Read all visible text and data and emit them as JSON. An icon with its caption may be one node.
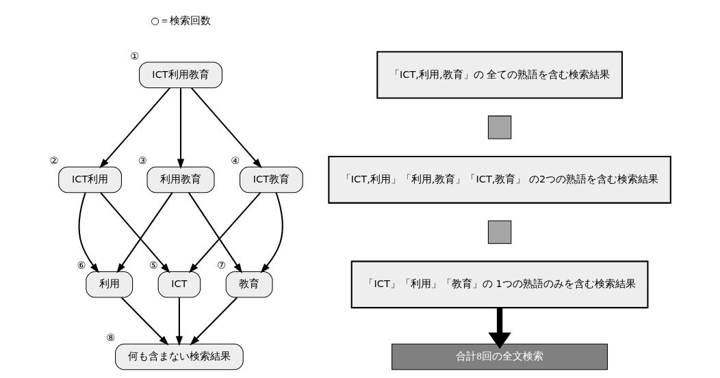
{
  "diagram": {
    "nodes": [
      {
        "text": [
          "ICT利用教育"
        ],
        "beside": [
          "①"
        ]
      },
      {
        "text": [
          "ICT利用"
        ],
        "beside": [
          "②"
        ]
      },
      {
        "text": [
          "利用教育"
        ],
        "beside": [
          "③"
        ]
      },
      {
        "text": [
          "ICT教育"
        ],
        "beside": [
          "④"
        ]
      },
      {
        "text": [
          "ICT"
        ],
        "beside": [
          "⑤"
        ]
      },
      {
        "text": [
          "利用"
        ],
        "beside": [
          "⑥"
        ]
      },
      {
        "text": [
          "教育"
        ],
        "beside": [
          "⑦"
        ]
      },
      {
        "text": [
          "何も含まない検索結果"
        ],
        "beside": [
          "⑧"
        ]
      },
      {
        "text": [
          "「ICT,利用,教育」の 全ての熟語を含む検索結果"
        ]
      },
      {
        "text": [],
        "shape": "plus"
      },
      {
        "text": [
          "「ICT,利用」「利用,教育」「ICT,教育」 の2つの熟語を含む検索結果"
        ]
      },
      {
        "text": [],
        "shape": "plus"
      },
      {
        "text": [
          "「ICT」「利用」「教育」の 1つの熟語のみを含む検索結果"
        ]
      },
      {
        "text": [
          "合計8回の全文検索"
        ]
      }
    ],
    "edges": [
      {
        "from": 0,
        "to": 1,
        "arrow": "to"
      },
      {
        "from": 0,
        "to": 2,
        "arrow": "to"
      },
      {
        "from": 0,
        "to": 3,
        "arrow": "to"
      },
      {
        "from": 1,
        "to": 4,
        "arrow": "to"
      },
      {
        "from": 1,
        "to": 5,
        "arrow": "to"
      },
      {
        "from": 2,
        "to": 5,
        "arrow": "to"
      },
      {
        "from": 2,
        "to": 6,
        "arrow": "to"
      },
      {
        "from": 3,
        "to": 4,
        "arrow": "to"
      },
      {
        "from": 3,
        "to": 6,
        "arrow": "to"
      },
      {
        "from": 4,
        "to": 7,
        "arrow": "to"
      },
      {
        "from": 5,
        "to": 7,
        "arrow": "to"
      },
      {
        "from": 6,
        "to": 7,
        "arrow": "to"
      },
      {
        "from": 12,
        "to": 13,
        "arrow": "to",
        "style": "thick"
      }
    ],
    "labels": [
      "○＝検索回数"
    ]
  }
}
